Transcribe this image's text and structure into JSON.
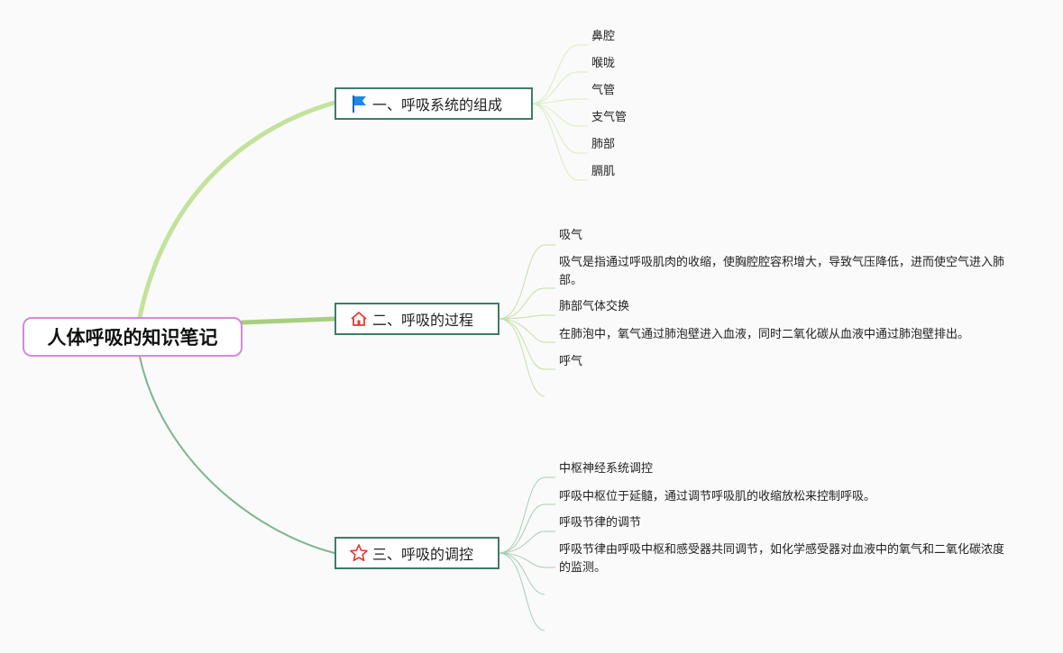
{
  "root": {
    "title": "人体呼吸的知识笔记"
  },
  "branches": [
    {
      "label": "一、呼吸系统的组成",
      "icon": "flag-icon",
      "children": [
        "鼻腔",
        "喉咙",
        "气管",
        "支气管",
        "肺部",
        "膈肌"
      ]
    },
    {
      "label": "二、呼吸的过程",
      "icon": "home-icon",
      "children": [
        "吸气",
        "吸气是指通过呼吸肌肉的收缩，使胸腔腔容积增大，导致气压降低，进而使空气进入肺部。",
        "肺部气体交换",
        "在肺泡中，氧气通过肺泡壁进入血液，同时二氧化碳从血液中通过肺泡壁排出。",
        "呼气",
        ""
      ]
    },
    {
      "label": "三、呼吸的调控",
      "icon": "star-icon",
      "children": [
        "中枢神经系统调控",
        "呼吸中枢位于延髓，通过调节呼吸肌的收缩放松来控制呼吸。",
        "呼吸节律的调节",
        "呼吸节律由呼吸中枢和感受器共同调节，如化学感受器对血液中的氧气和二氧化碳浓度的监测。",
        "",
        ""
      ]
    }
  ],
  "colors": {
    "branch1_line": "#c3e29b",
    "branch2_line": "#a8cf7f",
    "branch3_line": "#7fb491",
    "root_border": "#d38ad8",
    "node_border": "#3e7c6a",
    "flag": "#1e88e5",
    "home": "#e53935",
    "star": "#e53935"
  }
}
